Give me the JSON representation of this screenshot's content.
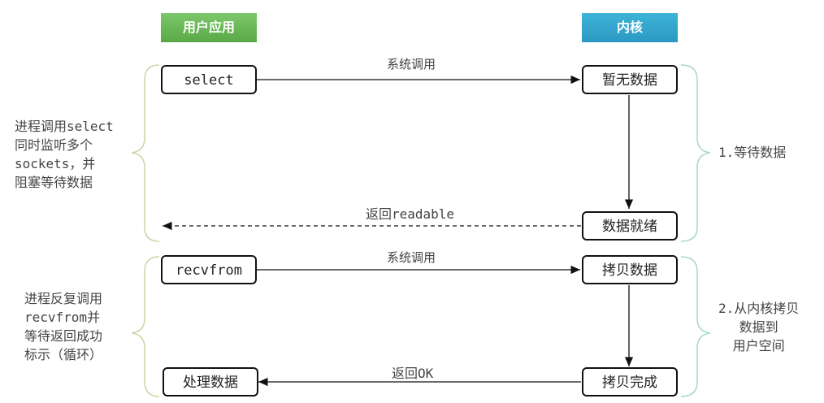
{
  "headers": {
    "user_app": "用户应用",
    "kernel": "内核"
  },
  "phase1": {
    "call": "select",
    "syscall": "系统调用",
    "kernel_wait": "暂无数据",
    "kernel_ready": "数据就绪",
    "return_label": "返回readable",
    "left_note": [
      "进程调用select",
      "同时监听多个",
      "sockets，并",
      "阻塞等待数据"
    ],
    "right_note": [
      "1.等待数据"
    ]
  },
  "phase2": {
    "call": "recvfrom",
    "syscall": "系统调用",
    "kernel_copy": "拷贝数据",
    "kernel_done": "拷贝完成",
    "return_label": "返回OK",
    "user_process": "处理数据",
    "left_note": [
      "进程反复调用",
      "recvfrom并",
      "等待返回成功",
      "标示（循环）"
    ],
    "right_note": [
      "2.从内核拷贝",
      "数据到",
      "用户空间"
    ]
  },
  "colors": {
    "user_header": "#6ab858",
    "kernel_header": "#34a6cd",
    "bracket_user": "#c9d8a8",
    "bracket_kernel": "#a8d8d4"
  }
}
